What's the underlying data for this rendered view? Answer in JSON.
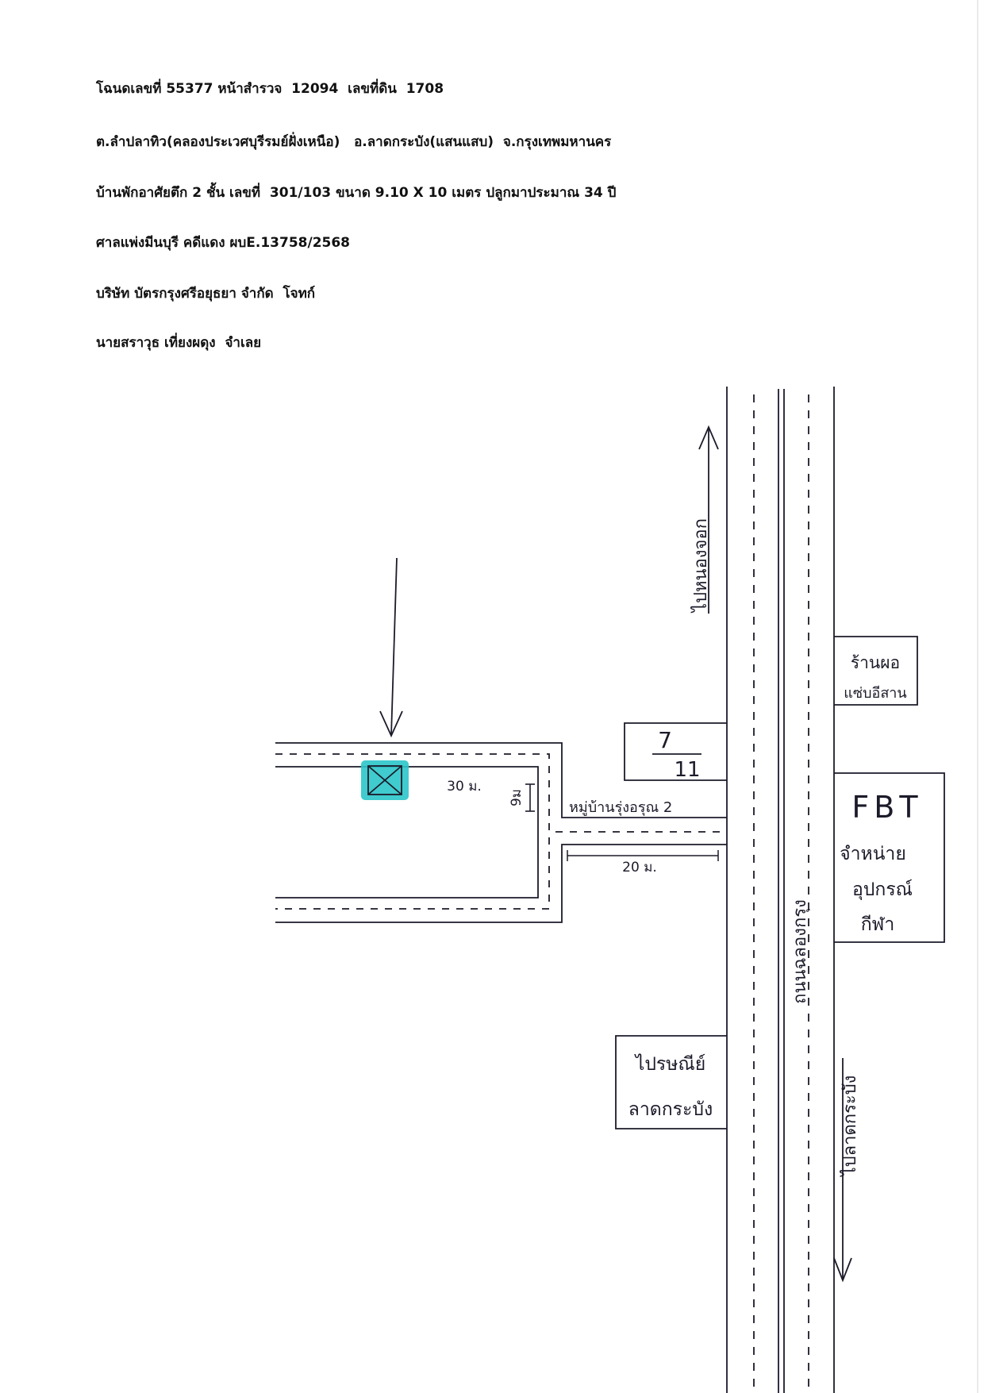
{
  "header_lines": [
    "โฉนดเลขที่ 55377 หน้าสำรวจ  12094  เลขที่ดิน  1708",
    "ต.ลำปลาทิว(คลองประเวศบุรีรมย์ฝั่งเหนือ)   อ.ลาดกระบัง(แสนแสบ)  จ.กรุงเทพมหานคร",
    "บ้านพักอาศัยตึก 2 ชั้น เลขที่  301/103 ขนาด 9.10 X 10 เมตร ปลูกมาประมาณ 34 ปี",
    "ศาลแพ่งมีนบุรี คดีแดง ผบE.13758/2568",
    "บริษัท บัตรกรุงศรีอยุธยา จำกัด  โจทก์",
    "นายสราวุธ เที่ยงผดุง  จำเลย"
  ],
  "map": {
    "main_road_label": "ถนนฉลองกรุง",
    "north_direction": "ไปหนองจอก",
    "south_direction": "ไปลาดกระบัง",
    "village_label": "หมู่บ้านรุ่งอรุณ 2",
    "soi_entrance_distance": "20 ม.",
    "house_distance": "30 ม.",
    "soi_width": "9ม",
    "landmarks": {
      "seven_eleven": {
        "top": "7",
        "bottom": "11"
      },
      "post_office": {
        "line1": "ไปรษณีย์",
        "line2": "ลาดกระบัง"
      },
      "restaurant": {
        "line1": "ร้านผอ",
        "line2": "แซ่บอีสาน"
      },
      "sports_shop": {
        "line1": "FBT",
        "line2": "จำหน่าย",
        "line3": "อุปกรณ์",
        "line4": "กีฬา"
      }
    },
    "colors": {
      "ink": "#1b1b2a",
      "target_marker": "#2bc5c9"
    }
  }
}
